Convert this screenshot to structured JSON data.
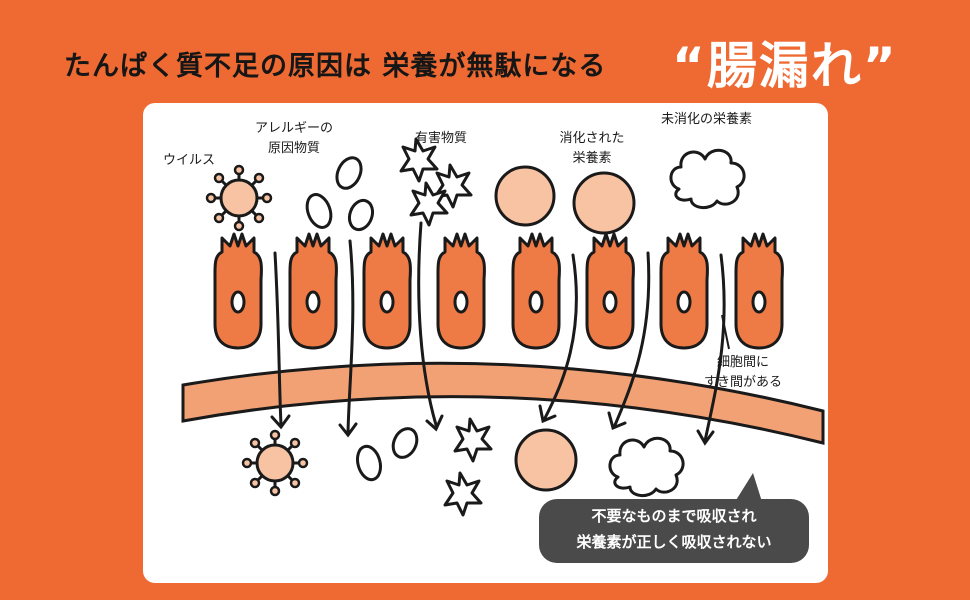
{
  "title": {
    "main": "たんぱく質不足の原因は 栄養が無駄になる",
    "highlight": "“腸漏れ”"
  },
  "labels": {
    "virus": "ウイルス",
    "allergen_line1": "アレルギーの",
    "allergen_line2": "原因物質",
    "harmful": "有害物質",
    "digested_line1": "消化された",
    "digested_line2": "栄養素",
    "undigested": "未消化の栄養素",
    "gap_line1": "細胞間に",
    "gap_line2": "すき間がある"
  },
  "callout": {
    "line1": "不要なものまで吸収され",
    "line2": "栄養素が正しく吸収されない"
  },
  "colors": {
    "background": "#ee6a32",
    "cell": "#ee7a45",
    "band": "#f2a175",
    "light": "#f8c3a3",
    "callout": "#4a4a4a"
  }
}
